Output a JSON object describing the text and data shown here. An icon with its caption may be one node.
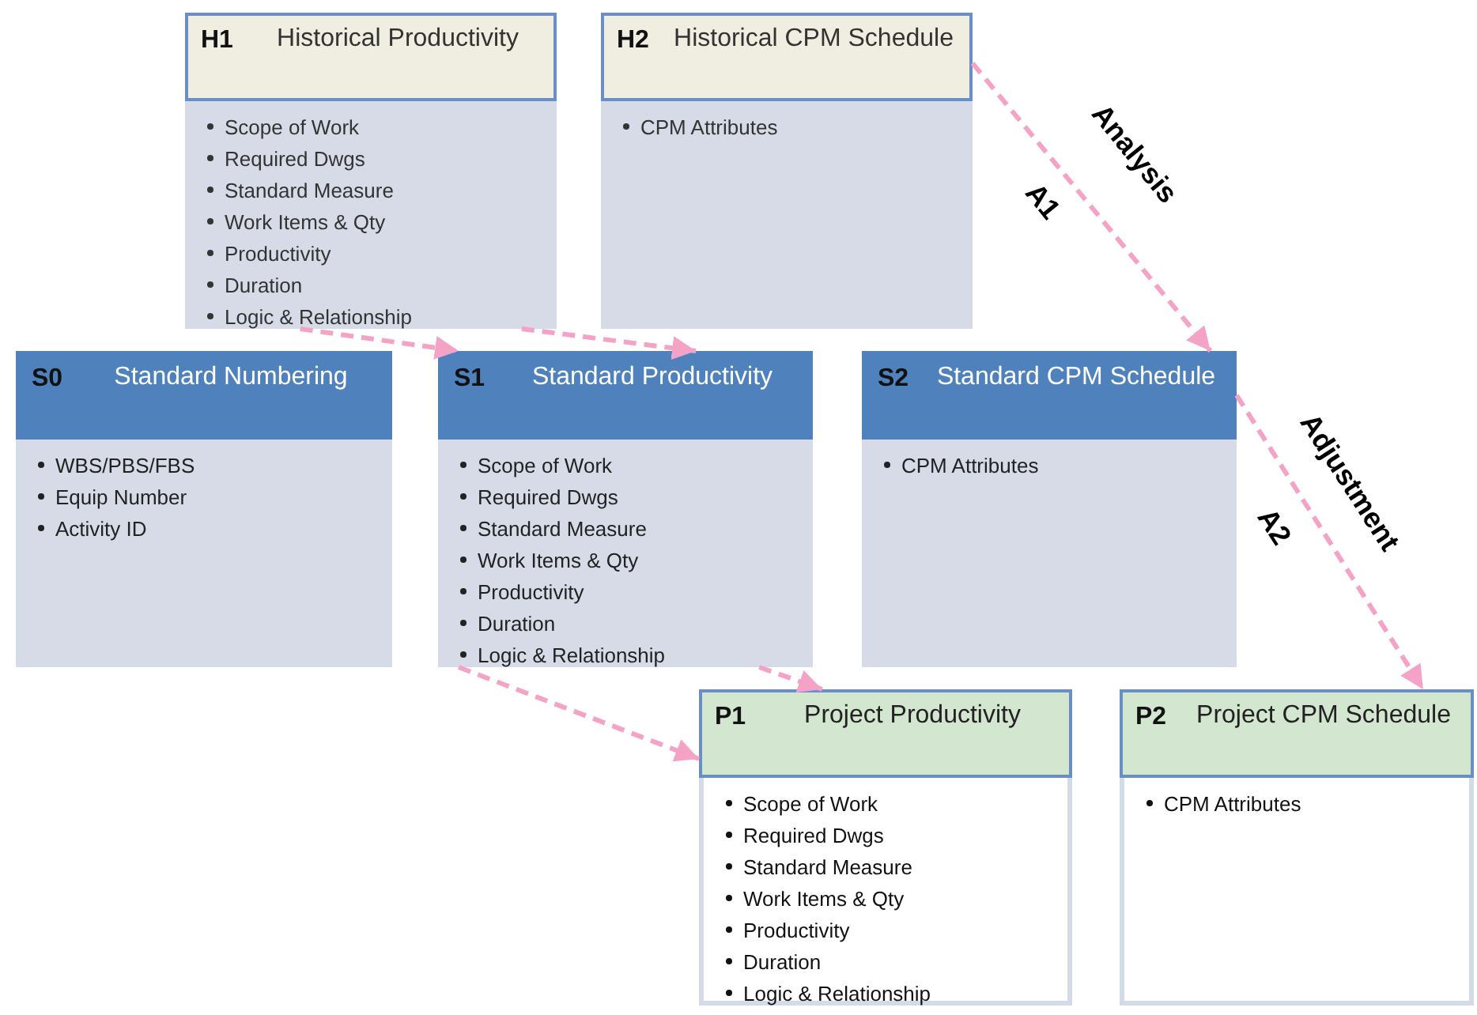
{
  "diagram": {
    "nodes": [
      {
        "text": [
          "H1",
          "Historical Productivity",
          "Scope of Work",
          "Required Dwgs",
          "Standard Measure",
          "Work Items & Qty",
          "Productivity",
          "Duration",
          "Logic & Relationship"
        ]
      },
      {
        "text": [
          "H2",
          "Historical CPM Schedule",
          "CPM Attributes"
        ]
      },
      {
        "text": [
          "S0",
          "Standard Numbering",
          "WBS/PBS/FBS",
          "Equip Number",
          "Activity ID"
        ]
      },
      {
        "text": [
          "S1",
          "Standard Productivity",
          "Scope of Work",
          "Required Dwgs",
          "Standard Measure",
          "Work Items & Qty",
          "Productivity",
          "Duration",
          "Logic & Relationship"
        ]
      },
      {
        "text": [
          "S2",
          "Standard CPM Schedule",
          "CPM Attributes"
        ]
      },
      {
        "text": [
          "P1",
          "Project Productivity",
          "Scope of Work",
          "Required Dwgs",
          "Standard Measure",
          "Work Items & Qty",
          "Productivity",
          "Duration",
          "Logic & Relationship"
        ]
      },
      {
        "text": [
          "P2",
          "Project CPM Schedule",
          "CPM Attributes"
        ]
      }
    ],
    "edges": [
      {
        "from": 0,
        "to": 3,
        "arrow": "to",
        "style": "dashed"
      },
      {
        "from": 3,
        "to": 5,
        "arrow": "to",
        "style": "dashed"
      },
      {
        "from": 1,
        "to": 4,
        "arrow": "to",
        "style": "dashed",
        "label": "Analysis"
      },
      {
        "from": 4,
        "to": 6,
        "arrow": "to",
        "style": "dashed",
        "label": "Adjustment"
      },
      {
        "from": 0,
        "to": 3,
        "arrow": "to",
        "style": "dashed"
      },
      {
        "from": 3,
        "to": 5,
        "arrow": "to",
        "style": "dashed"
      }
    ],
    "labels": [
      "A1",
      "A2"
    ]
  }
}
